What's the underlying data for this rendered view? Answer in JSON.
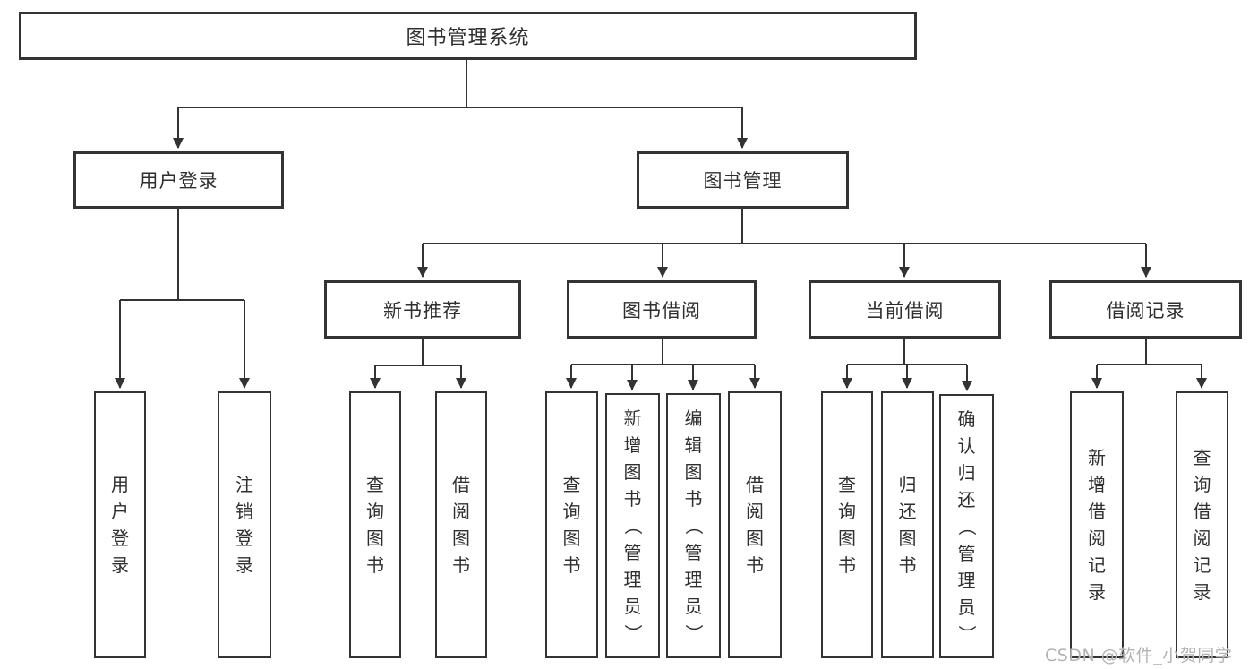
{
  "tree": {
    "label": "图书管理系统",
    "children": [
      {
        "label": "用户登录",
        "children": [
          {
            "label": "用户登录"
          },
          {
            "label": "注销登录"
          }
        ]
      },
      {
        "label": "图书管理",
        "children": [
          {
            "label": "新书推荐",
            "children": [
              {
                "label": "查询图书"
              },
              {
                "label": "借阅图书"
              }
            ]
          },
          {
            "label": "图书借阅",
            "children": [
              {
                "label": "查询图书"
              },
              {
                "label": "新增图书（管理员）"
              },
              {
                "label": "编辑图书（管理员）"
              },
              {
                "label": "借阅图书"
              }
            ]
          },
          {
            "label": "当前借阅",
            "children": [
              {
                "label": "查询图书"
              },
              {
                "label": "归还图书"
              },
              {
                "label": "确认归还（管理员）"
              }
            ]
          },
          {
            "label": "借阅记录",
            "children": [
              {
                "label": "新增借阅记录"
              },
              {
                "label": "查询借阅记录"
              }
            ]
          }
        ]
      }
    ]
  },
  "watermark": "CSDN @软件_小贺同学",
  "colors": {
    "line": "#333333",
    "border": "#333333",
    "text": "#2f2f2f",
    "watermark": "#b4b4b4",
    "background": "#ffffff"
  }
}
